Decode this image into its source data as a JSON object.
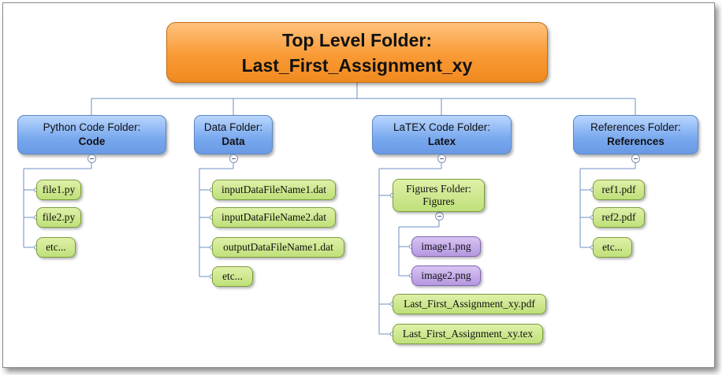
{
  "top_folder": {
    "line1": "Top Level Folder:",
    "line2": "Last_First_Assignment_xy"
  },
  "folders": [
    {
      "label": "Python Code Folder:",
      "name": "Code",
      "files": [
        "file1.py",
        "file2.py",
        "etc..."
      ]
    },
    {
      "label": "Data Folder:",
      "name": "Data",
      "files": [
        "inputDataFileName1.dat",
        "inputDataFileName2.dat",
        "outputDataFileName1.dat",
        "etc..."
      ]
    },
    {
      "label": "LaTEX Code Folder:",
      "name": "Latex",
      "subfolder": {
        "label": "Figures Folder:",
        "name": "Figures",
        "files": [
          "image1.png",
          "image2.png"
        ]
      },
      "files": [
        "Last_First_Assignment_xy.pdf",
        "Last_First_Assignment_xy.tex"
      ]
    },
    {
      "label": "References Folder:",
      "name": "References",
      "files": [
        "ref1.pdf",
        "ref2.pdf",
        "etc..."
      ]
    }
  ],
  "colors": {
    "root": "#f99a35",
    "folder": "#78a8ee",
    "file": "#bfe07a",
    "image": "#b598e0",
    "connector": "#6e8fc4"
  }
}
